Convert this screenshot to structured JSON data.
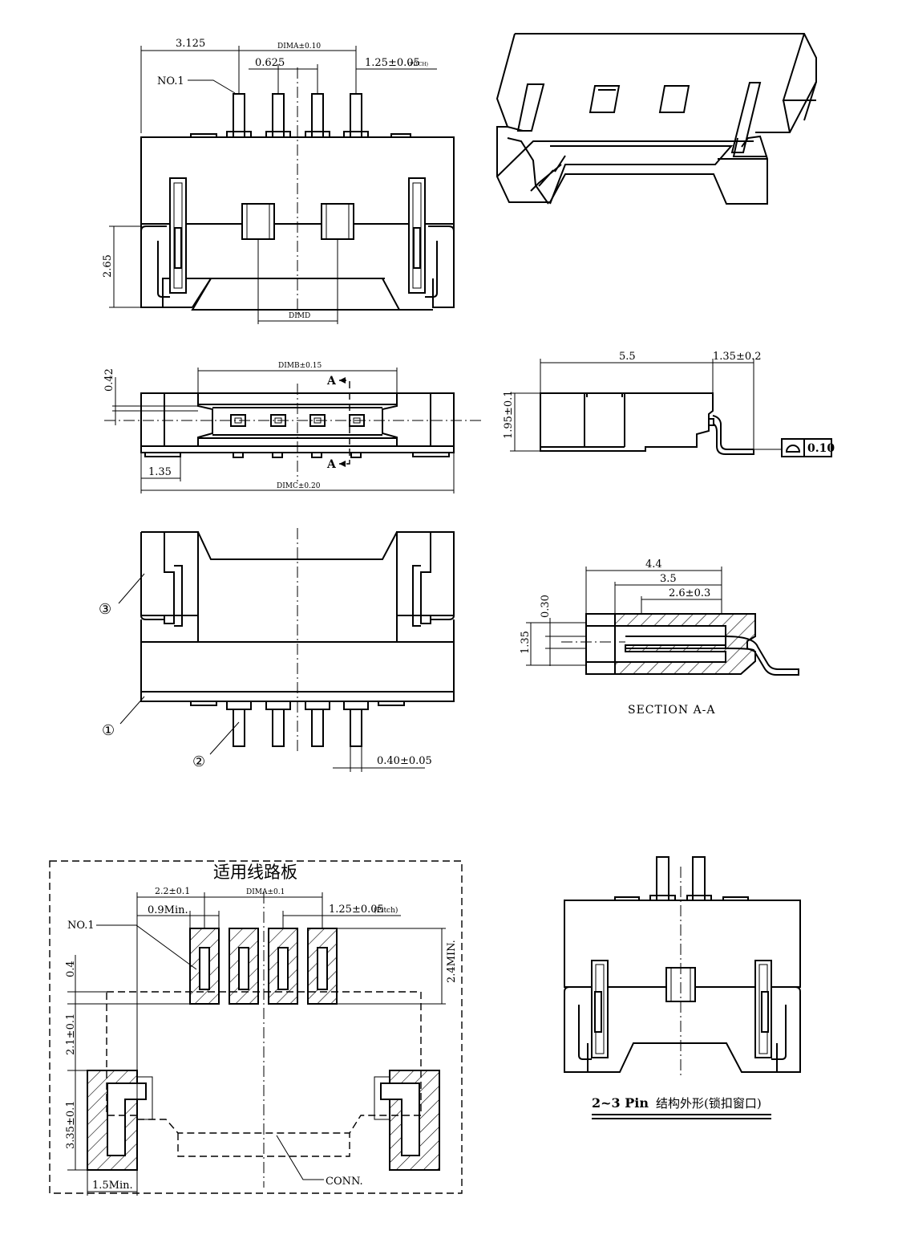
{
  "front_view": {
    "dim_left": "3.125",
    "dim_a": "DIMA±0.10",
    "dim_inner": "0.625",
    "dim_pitch": "1.25±0.05",
    "dim_pitch_note": "(PITCH)",
    "pin1_label": "NO.1",
    "dim_height": "2.65",
    "dim_d": "DIMD"
  },
  "top_view": {
    "dim_042": "0.42",
    "dim_b": "DIMB±0.15",
    "section_mark": "A",
    "dim_135": "1.35",
    "dim_c": "DIMC±0.20"
  },
  "side_view": {
    "dim_55": "5.5",
    "dim_135": "1.35±0.2",
    "dim_195": "1.95±0.1",
    "flatness": "0.10"
  },
  "bottom_view": {
    "callout_1": "①",
    "callout_2": "②",
    "callout_3": "③",
    "dim_pin_width": "0.40±0.05"
  },
  "section": {
    "dim_44": "4.4",
    "dim_35": "3.5",
    "dim_26": "2.6±0.3",
    "dim_030": "0.30",
    "dim_135": "1.35",
    "title": "SECTION A-A"
  },
  "pcb": {
    "title": "适用线路板",
    "dim_22": "2.2±0.1",
    "dim_09": "0.9Min.",
    "dim_a": "DIMA±0.1",
    "dim_pitch": "1.25±0.05",
    "dim_pitch_note": "(Pitch)",
    "pin1_label": "NO.1",
    "dim_24": "2.4MIN.",
    "dim_04": "0.4",
    "dim_21": "2.1±0.1",
    "dim_335": "3.35±0.1",
    "dim_15": "1.5Min.",
    "conn_label": "CONN."
  },
  "small_view": {
    "caption_a": "2~3 Pin",
    "caption_b": "结构外形(锁扣窗口)"
  }
}
